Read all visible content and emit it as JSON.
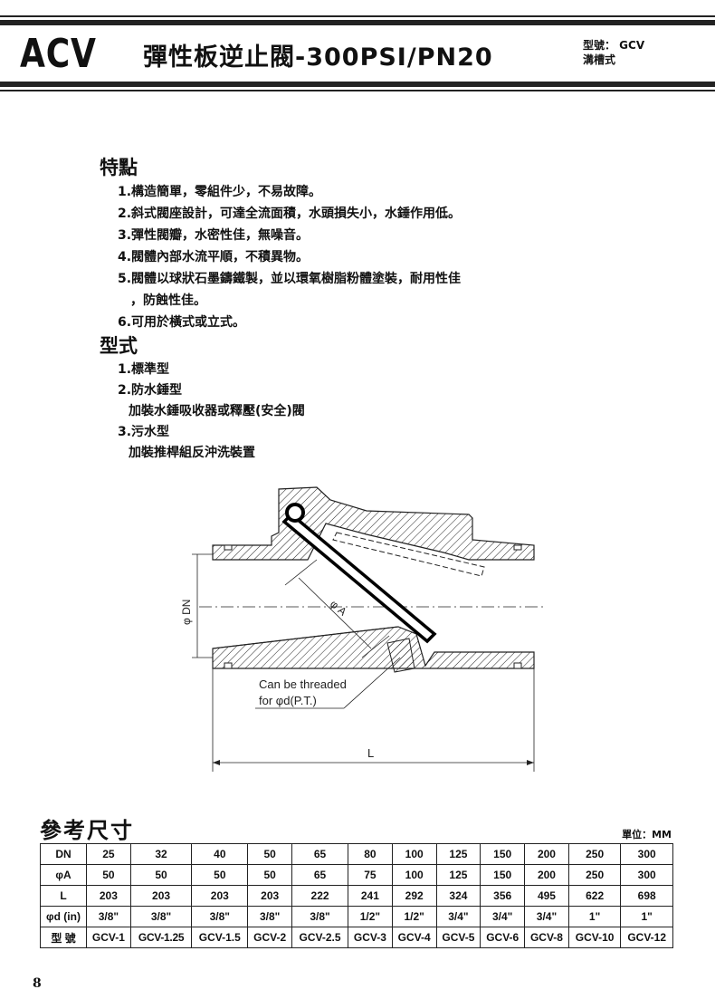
{
  "header": {
    "code": "ACV",
    "title": "彈性板逆止閥-300PSI/PN20",
    "model_label": "型號： GCV",
    "model_type": "溝槽式"
  },
  "features": {
    "title": "特點",
    "items": [
      "1.構造簡單，零組件少，不易故障。",
      "2.斜式閥座設計，可達全流面積，水頭損失小，水錘作用低。",
      "3.彈性閥瓣，水密性佳，無噪音。",
      "4.閥體內部水流平順，不積異物。",
      "5.閥體以球狀石墨鑄鐵製，並以環氧樹脂粉體塗裝，耐用性佳",
      "，防蝕性佳。",
      "6.可用於橫式或立式。"
    ]
  },
  "types": {
    "title": "型式",
    "items": [
      "1.標準型",
      "2.防水錘型",
      "加裝水錘吸收器或釋壓(安全)閥",
      "3.污水型",
      "加裝推桿組反沖洗裝置"
    ]
  },
  "drawing": {
    "dn_label": "φ DN",
    "a_label": "φ A",
    "thread_note_1": "Can be threaded",
    "thread_note_2": "for  φd(P.T.)",
    "l_label": "L"
  },
  "dimensions": {
    "title": "參考尺寸",
    "unit": "單位：MM",
    "rows": [
      {
        "label": "DN",
        "values": [
          "25",
          "32",
          "40",
          "50",
          "65",
          "80",
          "100",
          "125",
          "150",
          "200",
          "250",
          "300"
        ]
      },
      {
        "label": "φA",
        "values": [
          "50",
          "50",
          "50",
          "50",
          "65",
          "75",
          "100",
          "125",
          "150",
          "200",
          "250",
          "300"
        ]
      },
      {
        "label": "L",
        "values": [
          "203",
          "203",
          "203",
          "203",
          "222",
          "241",
          "292",
          "324",
          "356",
          "495",
          "622",
          "698"
        ]
      },
      {
        "label": "φd (in)",
        "values": [
          "3/8\"",
          "3/8\"",
          "3/8\"",
          "3/8\"",
          "3/8\"",
          "1/2\"",
          "1/2\"",
          "3/4\"",
          "3/4\"",
          "3/4\"",
          "1\"",
          "1\""
        ]
      },
      {
        "label": "型 號",
        "values": [
          "GCV-1",
          "GCV-1.25",
          "GCV-1.5",
          "GCV-2",
          "GCV-2.5",
          "GCV-3",
          "GCV-4",
          "GCV-5",
          "GCV-6",
          "GCV-8",
          "GCV-10",
          "GCV-12"
        ]
      }
    ]
  },
  "page_number": "8"
}
